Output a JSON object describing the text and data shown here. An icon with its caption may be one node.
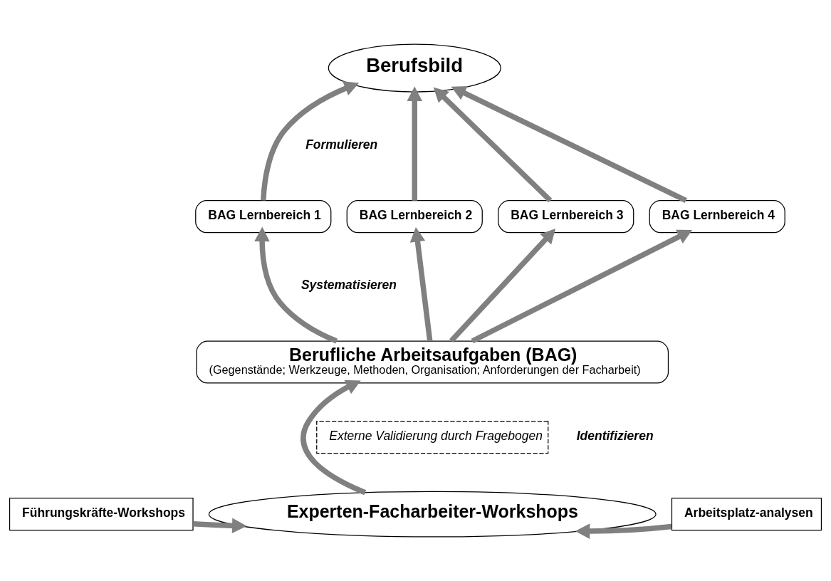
{
  "diagram": {
    "nodes": [
      {
        "text": [
          "Berufsbild"
        ]
      },
      {
        "text": [
          "BAG Lernbereich 1"
        ]
      },
      {
        "text": [
          "BAG Lernbereich 2"
        ]
      },
      {
        "text": [
          "BAG Lernbereich 3"
        ]
      },
      {
        "text": [
          "BAG Lernbereich 4"
        ]
      },
      {
        "text": [
          "Berufliche Arbeitsaufgaben (BAG)",
          "(Gegenstände; Werkzeuge, Methoden, Organisation; Anforderungen der Facharbeit)"
        ]
      },
      {
        "text": [
          "Externe Validierung durch Fragebogen"
        ]
      },
      {
        "text": [
          "Experten-Facharbeiter-Workshops"
        ]
      },
      {
        "text": [
          "Führungskräfte-Workshops"
        ]
      },
      {
        "text": [
          "Arbeitsplatz-analysen"
        ]
      }
    ],
    "edges": [
      {
        "from": 1,
        "to": 0,
        "arrow": "to"
      },
      {
        "from": 2,
        "to": 0,
        "arrow": "to"
      },
      {
        "from": 3,
        "to": 0,
        "arrow": "to"
      },
      {
        "from": 4,
        "to": 0,
        "arrow": "to"
      },
      {
        "from": 5,
        "to": 1,
        "arrow": "to"
      },
      {
        "from": 5,
        "to": 2,
        "arrow": "to"
      },
      {
        "from": 5,
        "to": 3,
        "arrow": "to"
      },
      {
        "from": 5,
        "to": 4,
        "arrow": "to"
      },
      {
        "from": 7,
        "to": 5,
        "arrow": "to"
      },
      {
        "from": 8,
        "to": 7,
        "arrow": "to"
      },
      {
        "from": 9,
        "to": 7,
        "arrow": "to"
      }
    ],
    "labels": [
      "Formulieren",
      "Systematisieren",
      "Identifizieren"
    ]
  }
}
